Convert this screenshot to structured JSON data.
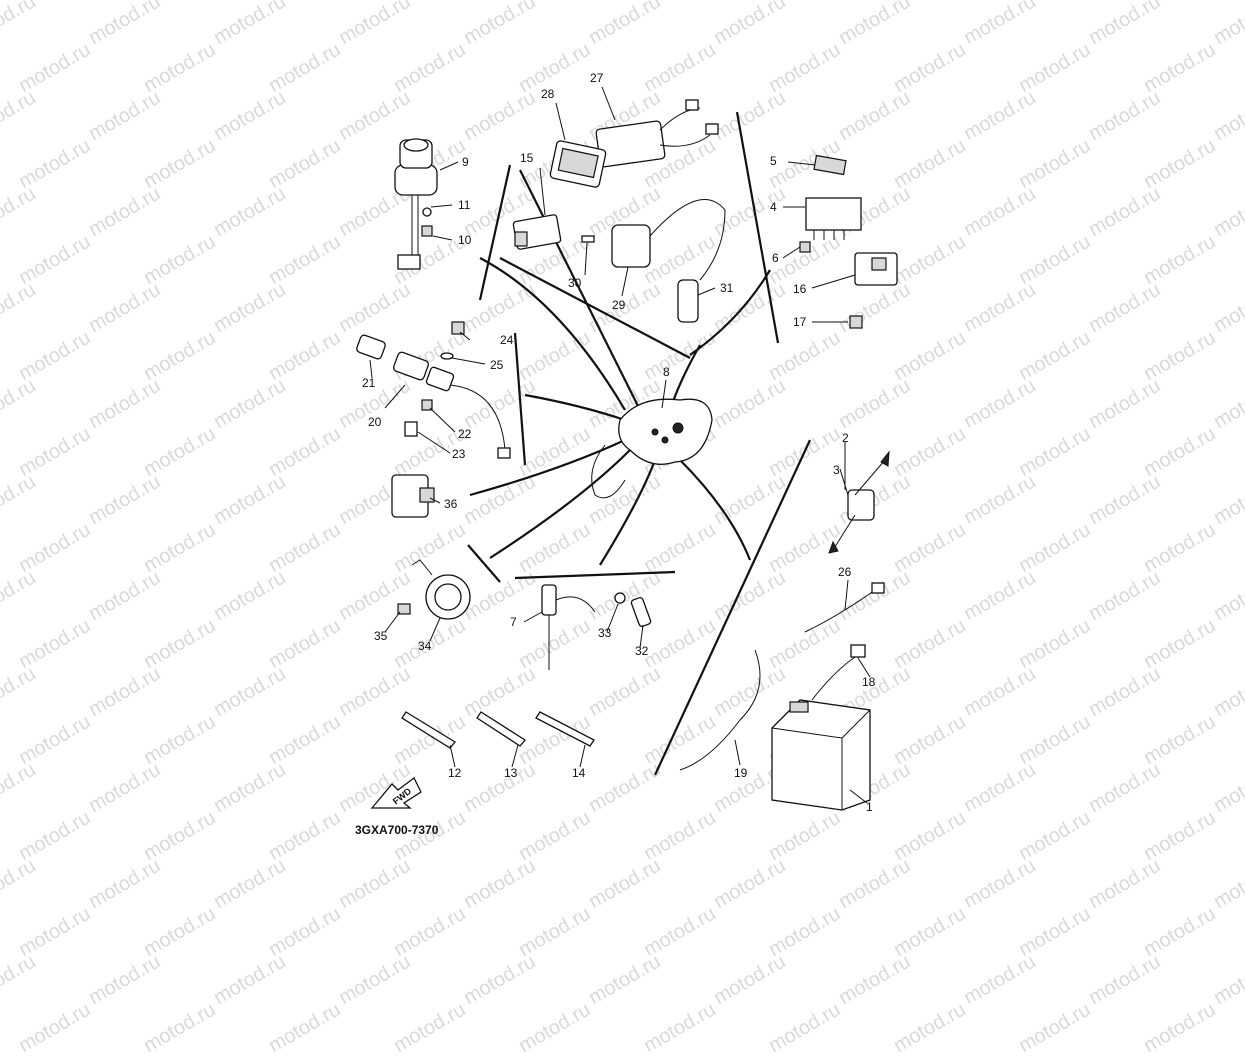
{
  "watermark": {
    "text": "motod.ru",
    "color": "#d9d9d9"
  },
  "diagram": {
    "part_code": "3GXA700-7370",
    "fwd_label": "FWD",
    "callouts": {
      "c1": "1",
      "c2": "2",
      "c3": "3",
      "c4": "4",
      "c5": "5",
      "c6": "6",
      "c7": "7",
      "c8": "8",
      "c9": "9",
      "c10": "10",
      "c11": "11",
      "c12": "12",
      "c13": "13",
      "c14": "14",
      "c15": "15",
      "c16": "16",
      "c17": "17",
      "c18": "18",
      "c19": "19",
      "c20": "20",
      "c21": "21",
      "c22": "22",
      "c23": "23",
      "c24": "24",
      "c25": "25",
      "c26": "26",
      "c27": "27",
      "c28": "28",
      "c29": "29",
      "c30": "30",
      "c31": "31",
      "c32": "32",
      "c33": "33",
      "c34": "34",
      "c35": "35",
      "c36": "36"
    }
  }
}
